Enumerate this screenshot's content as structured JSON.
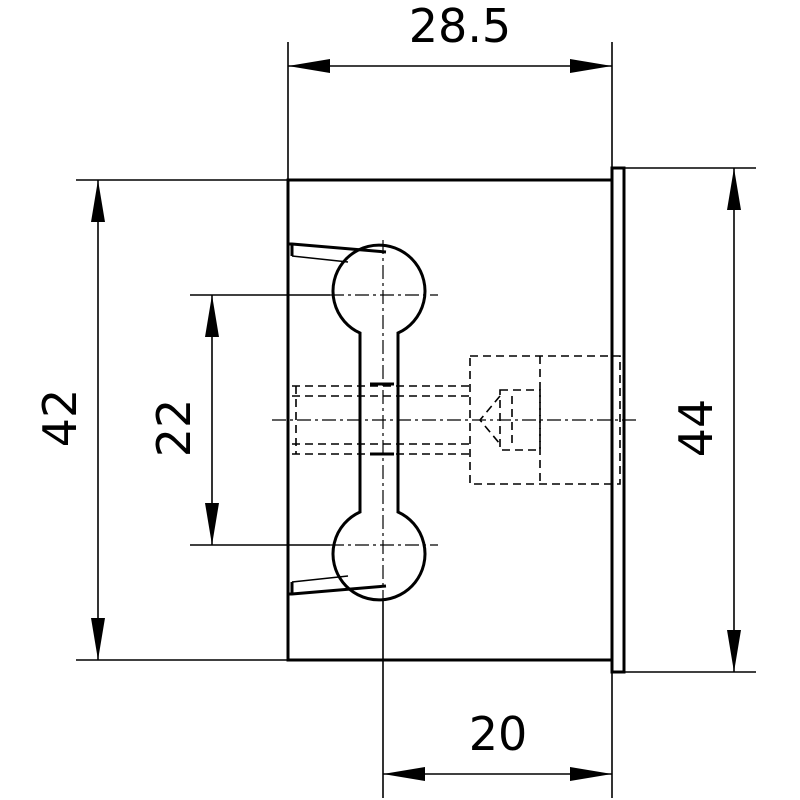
{
  "dimensions": {
    "top_width": "28.5",
    "left_height": "42",
    "inner_height": "22",
    "right_height": "44",
    "bottom_width": "20"
  },
  "colors": {
    "line": "#000000",
    "background": "#ffffff"
  }
}
